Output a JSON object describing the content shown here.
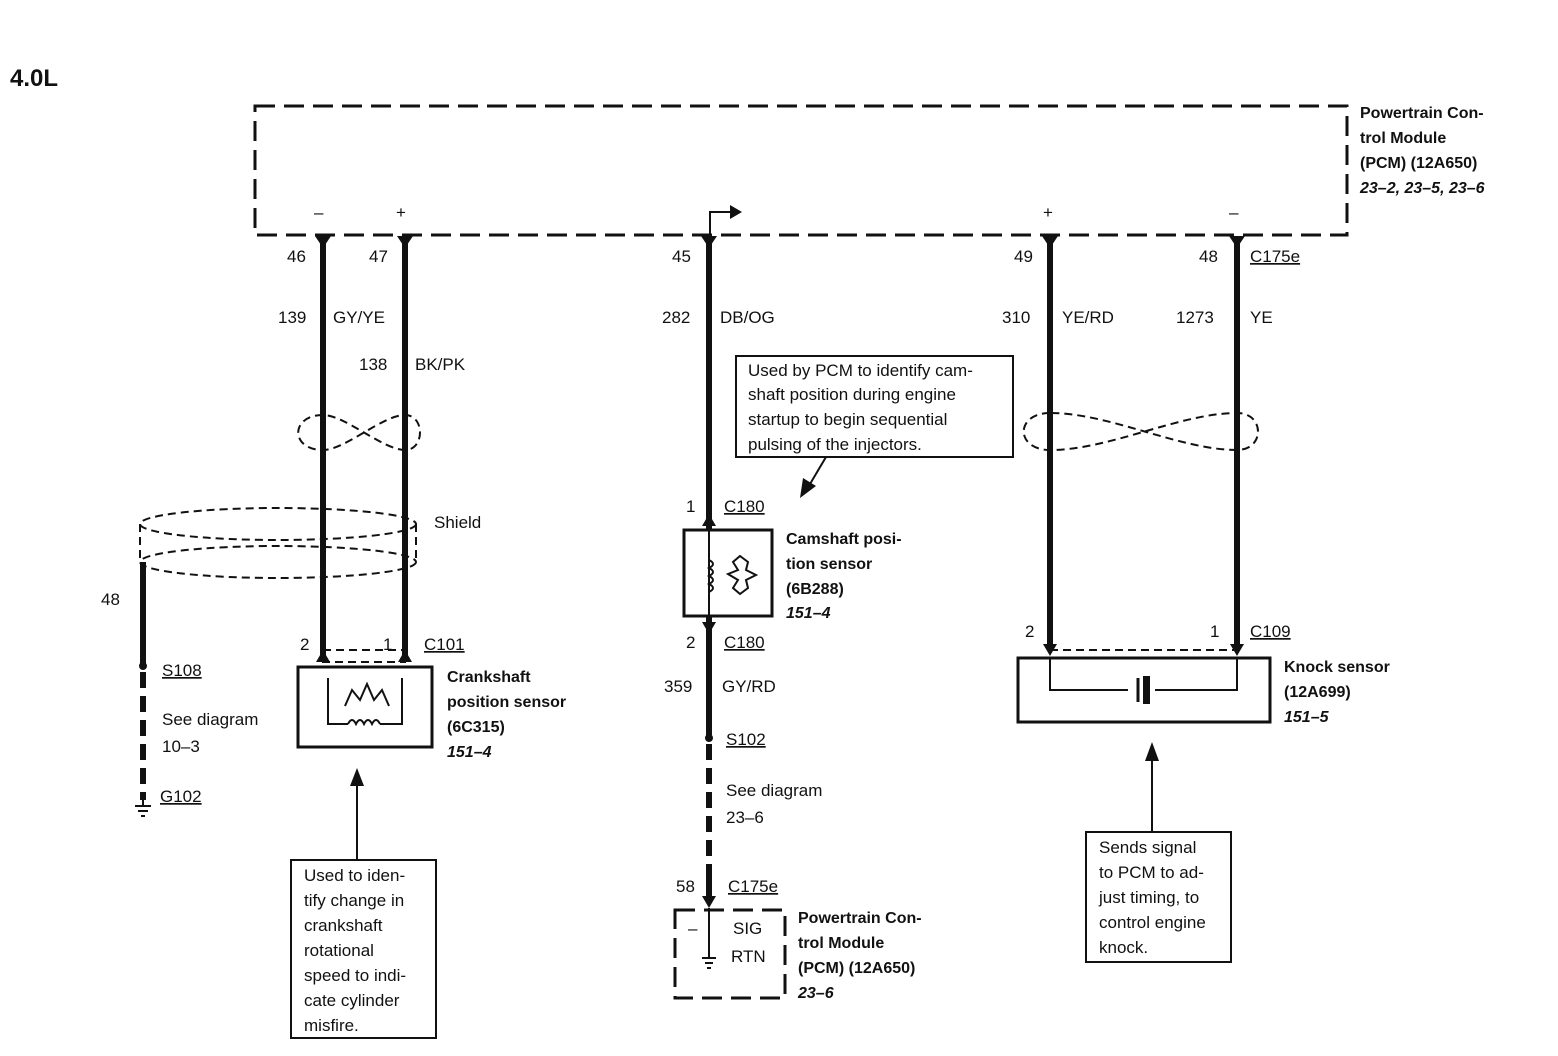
{
  "engine_label": "4.0L",
  "pcm_top": {
    "name_lines": [
      "Powertrain Con-",
      "trol Module",
      "(PCM) (12A650)"
    ],
    "ref": "23–2, 23–5, 23–6",
    "pin_signs": [
      "–",
      "+",
      "+",
      "–"
    ]
  },
  "pins": {
    "p46": "46",
    "p47": "47",
    "p45": "45",
    "p49": "49",
    "p48": "48",
    "connector_top_right": "C175e"
  },
  "circuits": {
    "c139": {
      "num": "139",
      "color": "GY/YE"
    },
    "c138": {
      "num": "138",
      "color": "BK/PK"
    },
    "c282": {
      "num": "282",
      "color": "DB/OG"
    },
    "c310": {
      "num": "310",
      "color": "YE/RD"
    },
    "c1273": {
      "num": "1273",
      "color": "YE"
    },
    "c359": {
      "num": "359",
      "color": "GY/RD"
    }
  },
  "shield": {
    "label": "Shield",
    "drain_pin": "48",
    "splice": "S108",
    "see_diagram_lines": [
      "See diagram",
      "10–3"
    ],
    "ground": "G102"
  },
  "crankshaft_sensor": {
    "pin_left": "2",
    "pin_right": "1",
    "connector": "C101",
    "name_lines": [
      "Crankshaft",
      "position sensor",
      "(6C315)"
    ],
    "ref": "151–4"
  },
  "camshaft_sensor": {
    "pin_top": "1",
    "connector_top": "C180",
    "pin_bottom": "2",
    "connector_bottom": "C180",
    "name_lines": [
      "Camshaft posi-",
      "tion sensor",
      "(6B288)"
    ],
    "ref": "151–4"
  },
  "camshaft_return": {
    "splice": "S102",
    "see_diagram_lines": [
      "See diagram",
      "23–6"
    ],
    "pin": "58",
    "connector": "C175e"
  },
  "pcm_bottom": {
    "minus": "–",
    "sig_lines": [
      "SIG",
      "RTN"
    ],
    "name_lines": [
      "Powertrain Con-",
      "trol Module",
      "(PCM) (12A650)"
    ],
    "ref": "23–6"
  },
  "knock_sensor": {
    "pin_left": "2",
    "pin_right": "1",
    "connector": "C109",
    "name_lines": [
      "Knock sensor",
      "(12A699)"
    ],
    "ref": "151–5"
  },
  "notes": {
    "cam": [
      "Used by PCM to identify cam-",
      "shaft position during engine",
      "startup to begin sequential",
      "pulsing of the injectors."
    ],
    "crank": [
      "Used to iden-",
      "tify change in",
      "crankshaft",
      "rotational",
      "speed to indi-",
      "cate cylinder",
      "misfire."
    ],
    "knock": [
      "Sends signal",
      "to PCM to ad-",
      "just timing, to",
      "control engine",
      "knock."
    ]
  }
}
